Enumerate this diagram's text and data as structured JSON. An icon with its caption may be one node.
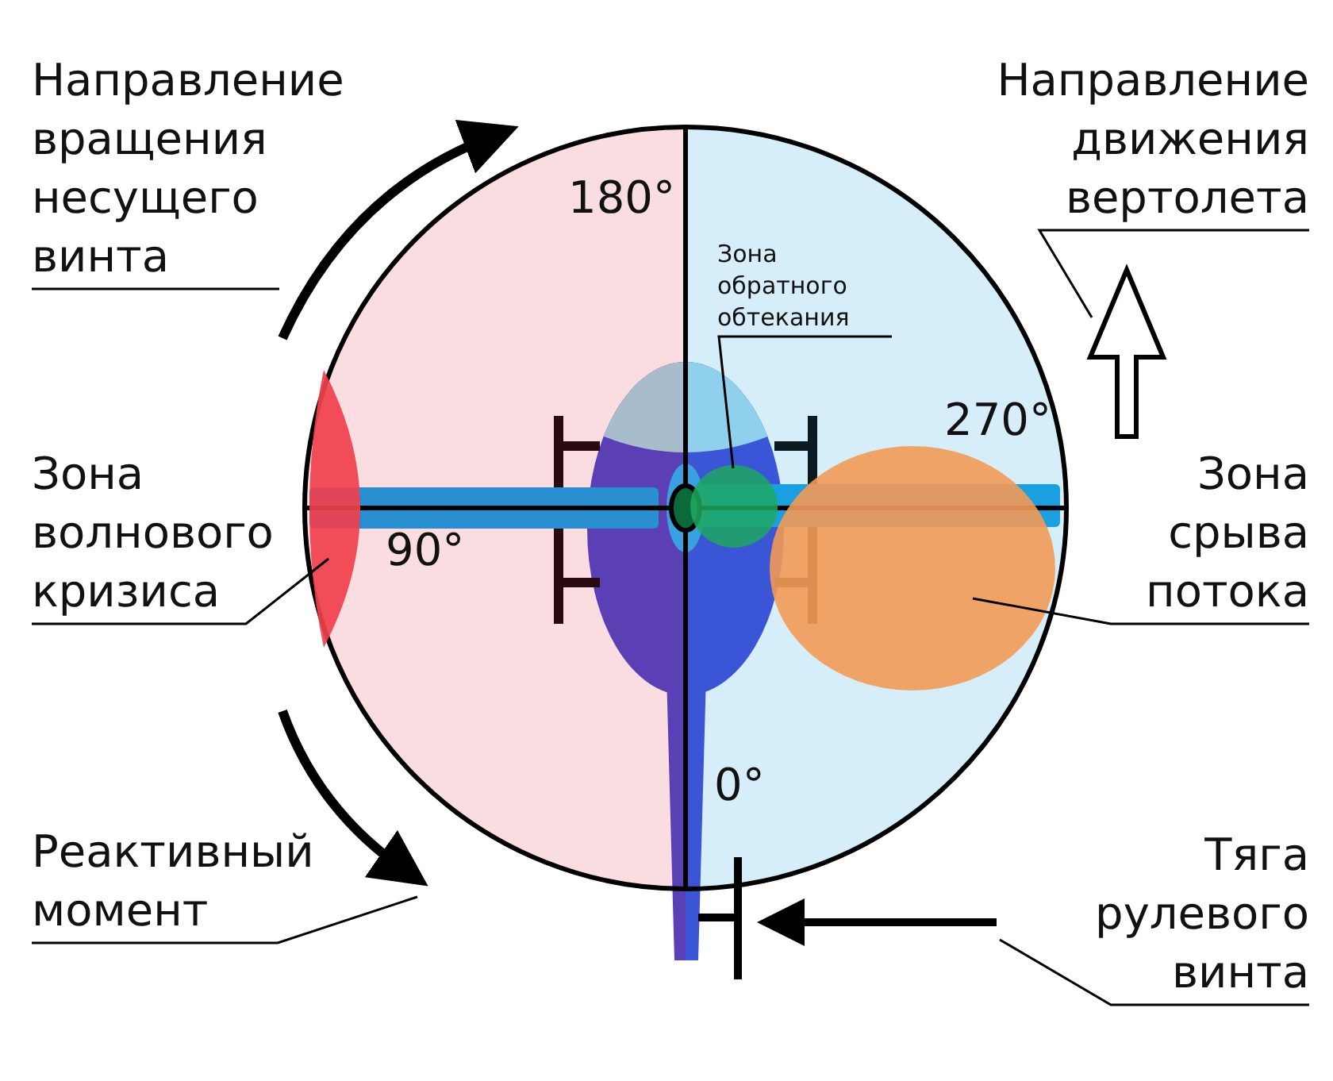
{
  "diagram": {
    "nodes": [
      {
        "text": [
          "Направление вращения несущего винта"
        ]
      },
      {
        "text": [
          "Направление движения вертолета"
        ]
      },
      {
        "text": [
          "Зона обратного обтекания"
        ]
      },
      {
        "text": [],
        "shape": "circle"
      },
      {
        "text": [
          "Зона волнового кризиса"
        ]
      },
      {
        "text": [],
        "shape": "crescent"
      },
      {
        "text": [
          "Зона срыва потока"
        ]
      },
      {
        "text": [],
        "shape": "circle"
      },
      {
        "text": [
          "Реактивный момент"
        ]
      },
      {
        "text": [
          "Тяга рулевого винта"
        ]
      },
      {
        "text": [],
        "shape": "arrow"
      },
      {
        "text": [],
        "shape": "arrow"
      },
      {
        "text": [],
        "shape": "arrow"
      },
      {
        "text": [],
        "shape": "arrow"
      }
    ],
    "edges": [
      {
        "from": 0,
        "to": 10,
        "arrow": "none"
      },
      {
        "from": 1,
        "to": 11,
        "arrow": "none"
      },
      {
        "from": 2,
        "to": 3,
        "arrow": "none"
      },
      {
        "from": 4,
        "to": 5,
        "arrow": "none"
      },
      {
        "from": 6,
        "to": 7,
        "arrow": "none"
      },
      {
        "from": 8,
        "to": 12,
        "arrow": "none"
      },
      {
        "from": 9,
        "to": 13,
        "arrow": "none"
      }
    ],
    "labels": [
      "180°",
      "270°",
      "90°",
      "0°"
    ]
  }
}
